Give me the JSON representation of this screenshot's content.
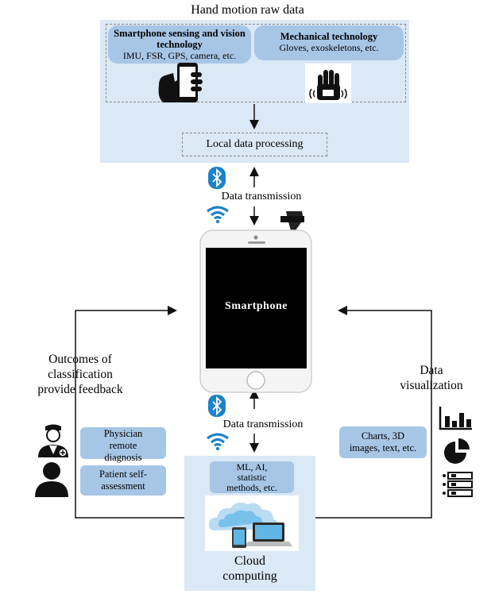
{
  "top_title": "Hand motion raw data",
  "smartphone_sensing": {
    "title": "Smartphone sensing and vision technology",
    "detail": "IMU, FSR, GPS, camera, etc."
  },
  "mechanical": {
    "title": "Mechanical technology",
    "detail": "Gloves, exoskeletons, etc."
  },
  "local_processing": "Local data processing",
  "data_transmission_top": "Data transmission",
  "data_transmission_bottom": "Data transmission",
  "smartphone_label": "Smartphone",
  "outcomes": [
    "Outcomes of",
    "classification",
    "provide feedback"
  ],
  "visualization": [
    "Data",
    "visualization"
  ],
  "physician": [
    "Physician",
    "remote",
    "diagnosis"
  ],
  "patient": [
    "Patient self-",
    "assessment"
  ],
  "charts": [
    "Charts, 3D",
    "images, text, etc."
  ],
  "ml": [
    "ML, AI,",
    "statistic",
    "methods, etc."
  ],
  "cloud": [
    "Cloud",
    "computing"
  ],
  "colors": {
    "panel": "#dbe8f5",
    "pill": "#a7c6e6",
    "bluetooth": "#1c82c8",
    "wifi": "#1c82c8"
  }
}
